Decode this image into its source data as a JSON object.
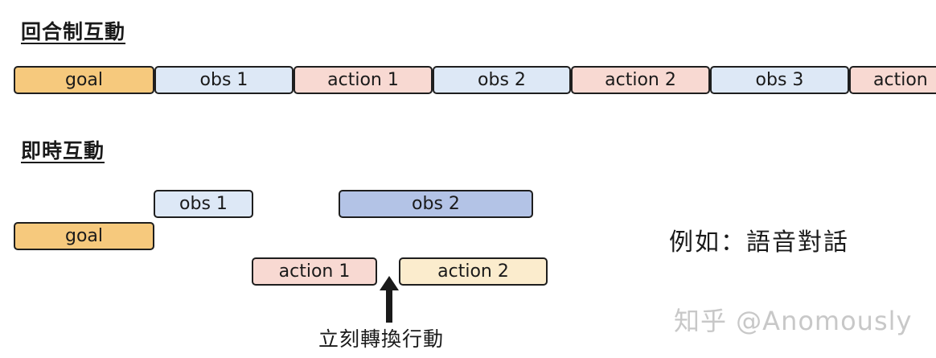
{
  "turn_based": {
    "title": "回合制互動",
    "boxes": [
      {
        "label": "goal"
      },
      {
        "label": "obs 1"
      },
      {
        "label": "action 1"
      },
      {
        "label": "obs 2"
      },
      {
        "label": "action 2"
      },
      {
        "label": "obs 3"
      },
      {
        "label": "action"
      }
    ]
  },
  "realtime": {
    "title": "即時互動",
    "boxes": {
      "obs1": "obs 1",
      "obs2": "obs 2",
      "goal": "goal",
      "action1": "action 1",
      "action2": "action 2"
    },
    "arrow_caption": "立刻轉換行動"
  },
  "example_note": "例如：語音對話",
  "watermark": "知乎 @Anomously",
  "colors": {
    "goal": "#f6c97d",
    "obs": "#dde8f6",
    "obs_highlight": "#b3c3e6",
    "action": "#f8d9d2",
    "action_highlight": "#fbeccd",
    "border": "#1e1e1e"
  }
}
